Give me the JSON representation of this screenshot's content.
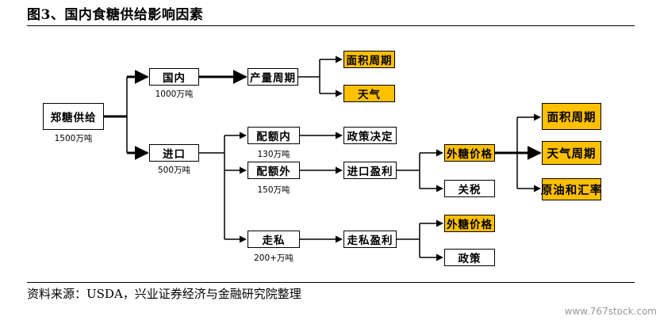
{
  "title": "图3、国内食糖供给影响因素",
  "source": "资料来源：USDA，兴业证券经济与金融研究院整理",
  "watermark": "www.767stock.com",
  "colors": {
    "highlight": "#ffc000",
    "line": "#000000"
  },
  "nodes": {
    "supply": "郑糖供给",
    "domestic": "国内",
    "production_cycle": "产量周期",
    "area_cycle_1": "面积周期",
    "weather": "天气",
    "imports": "进口",
    "in_quota": "配额内",
    "out_quota": "配额外",
    "smuggling": "走私",
    "policy_decision": "政策决定",
    "import_profit": "进口盈利",
    "smuggling_profit": "走私盈利",
    "foreign_price_1": "外糖价格",
    "tariff": "关税",
    "foreign_price_2": "外糖价格",
    "policy": "政策",
    "area_cycle_2": "面积周期",
    "weather_cycle": "天气周期",
    "oil_fx": "原油和汇率"
  },
  "amounts": {
    "supply": "1500万吨",
    "domestic": "1000万吨",
    "imports": "500万吨",
    "in_quota": "130万吨",
    "out_quota": "150万吨",
    "smuggling": "200+万吨"
  }
}
